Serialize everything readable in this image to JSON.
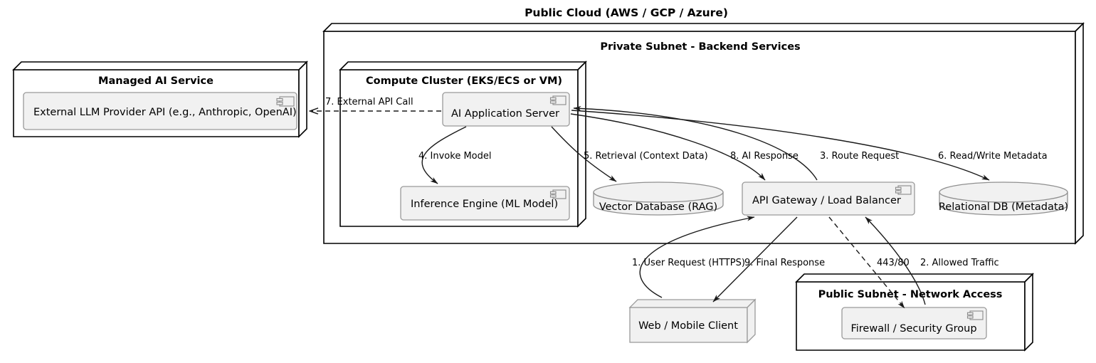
{
  "diagram": {
    "type": "uml-deployment",
    "title": "Public Cloud (AWS / GCP / Azure)",
    "colors": {
      "node_fill": "#ffffff",
      "component_fill": "#f1f1f1",
      "stroke": "#000000",
      "component_stroke": "#9a9a9a"
    }
  },
  "containers": {
    "cloud_title": "Public Cloud (AWS / GCP / Azure)",
    "private_subnet": "Private Subnet - Backend Services",
    "compute_cluster": "Compute Cluster (EKS/ECS or VM)",
    "managed_ai": "Managed AI Service",
    "public_subnet": "Public Subnet - Network Access"
  },
  "components": {
    "external_llm": "External LLM Provider API (e.g., Anthropic, OpenAI)",
    "ai_app_server": "AI Application Server",
    "inference_engine": "Inference Engine (ML Model)",
    "api_gateway": "API Gateway / Load Balancer",
    "firewall": "Firewall / Security Group",
    "web_client": "Web / Mobile Client"
  },
  "databases": {
    "vector_db": "Vector Database (RAG)",
    "relational_db": "Relational DB (Metadata)"
  },
  "edges": [
    {
      "id": 1,
      "label": "1. User Request (HTTPS)",
      "from": "web-mobile-client",
      "to": "api-gateway"
    },
    {
      "id": 2,
      "label": "2. Allowed Traffic",
      "from": "firewall",
      "to": "api-gateway"
    },
    {
      "id": 3,
      "label": "3. Route Request",
      "from": "api-gateway",
      "to": "ai-application-server"
    },
    {
      "id": 4,
      "label": "4. Invoke Model",
      "from": "ai-application-server",
      "to": "inference-engine"
    },
    {
      "id": 5,
      "label": "5. Retrieval (Context Data)",
      "from": "ai-application-server",
      "to": "vector-database"
    },
    {
      "id": 6,
      "label": "6. Read/Write Metadata",
      "from": "ai-application-server",
      "to": "relational-db"
    },
    {
      "id": 7,
      "label": "7. External API Call",
      "from": "ai-application-server",
      "to": "external-llm-provider-api",
      "style": "dashed"
    },
    {
      "id": 8,
      "label": "8. AI Response",
      "from": "ai-application-server",
      "to": "api-gateway"
    },
    {
      "id": 9,
      "label": "9. Final Response",
      "from": "api-gateway",
      "to": "web-mobile-client"
    },
    {
      "id": 10,
      "label": "443/80",
      "from": "api-gateway",
      "to": "firewall",
      "style": "dashed"
    }
  ]
}
